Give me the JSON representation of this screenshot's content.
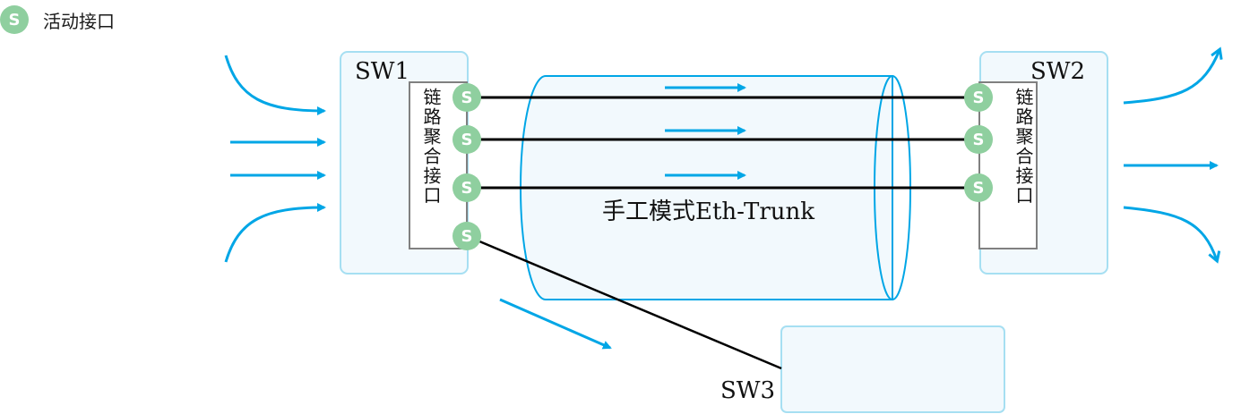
{
  "legend": {
    "icon_letter": "S",
    "label": "活动接口"
  },
  "switches": {
    "sw1": {
      "label": "SW1",
      "lag_label": "链路聚合接口"
    },
    "sw2": {
      "label": "SW2",
      "lag_label": "链路聚合接口"
    },
    "sw3": {
      "label": "SW3"
    }
  },
  "port_letter": "S",
  "trunk_label": "手工模式Eth-Trunk",
  "colors": {
    "accent_blue": "#00a6e6",
    "box_fill": "#f2f9fd",
    "box_border": "#a6dff2",
    "port_green": "#8fcf9f",
    "link_black": "#000000",
    "lag_border": "#808080"
  }
}
